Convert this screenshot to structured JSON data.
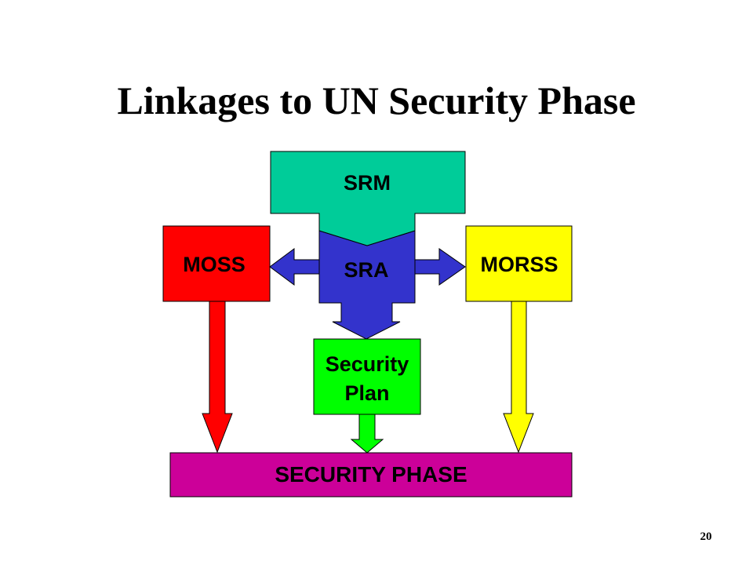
{
  "slide": {
    "title": "Linkages to UN Security Phase",
    "page_number": "20"
  },
  "nodes": {
    "srm": {
      "label": "SRM",
      "color": "#00cc99"
    },
    "moss": {
      "label": "MOSS",
      "color": "#ff0000"
    },
    "sra": {
      "label": "SRA",
      "color": "#3333cc"
    },
    "morss": {
      "label": "MORSS",
      "color": "#ffff00"
    },
    "security_plan": {
      "line1": "Security",
      "line2": "Plan",
      "color": "#00ff00"
    },
    "security_phase": {
      "label": "SECURITY PHASE",
      "color": "#cc0099"
    }
  }
}
